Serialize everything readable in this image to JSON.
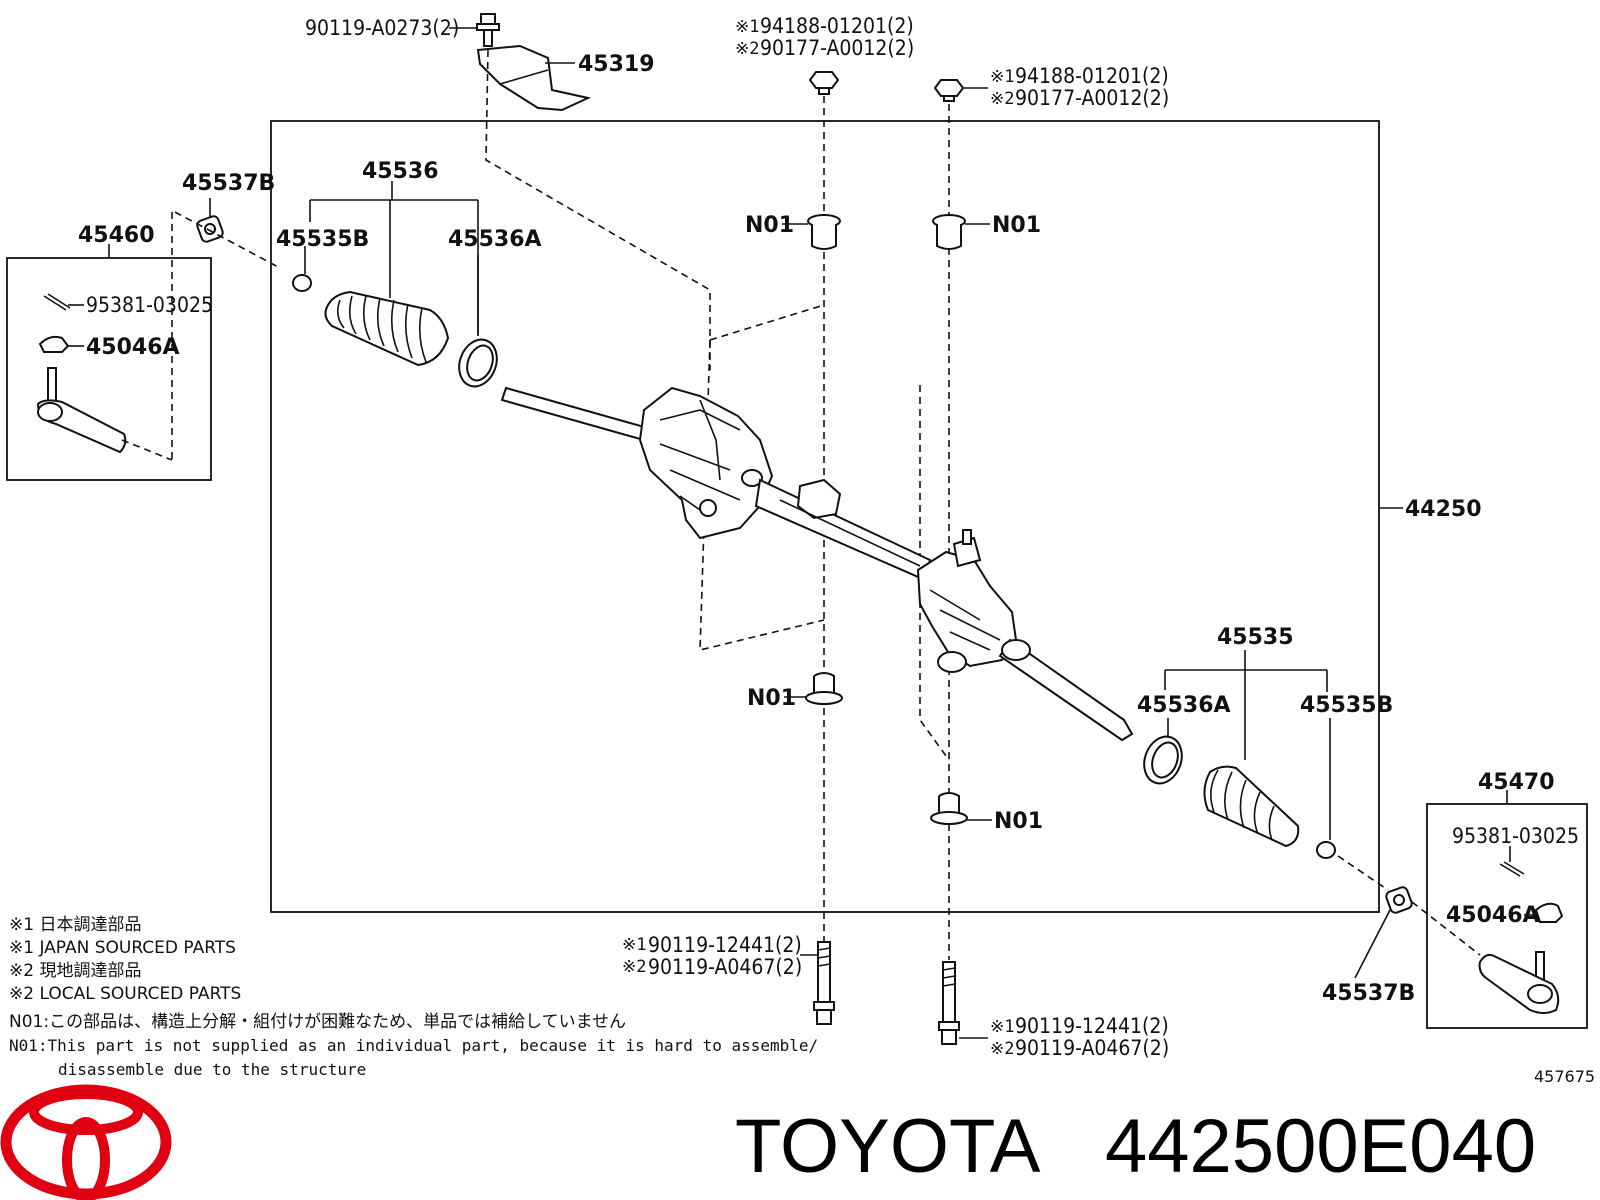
{
  "brand": {
    "name": "TOYOTA",
    "part_number": "442500E040",
    "logo_color": "#e00012"
  },
  "diagram": {
    "figure_id": "457675",
    "assembly_label": "44250",
    "labels": {
      "bolt_top": "90119-A0273(2)",
      "bracket": "45319",
      "nut_top_left_1": "94188-01201(2)",
      "nut_top_left_2": "90177-A0012(2)",
      "nut_top_right_1": "94188-01201(2)",
      "nut_top_right_2": "90177-A0012(2)",
      "dust_cover_left": "45537B",
      "tie_rod_end_left": "45460",
      "boot_left": "45536",
      "clamp_left_b": "45535B",
      "clamp_left_a": "45536A",
      "cotter_pin_left": "95381-03025",
      "nut_left": "45046A",
      "n01_top_left": "N01",
      "n01_top_right": "N01",
      "n01_bottom_left": "N01",
      "n01_bottom_right": "N01",
      "boot_right": "45535",
      "clamp_right_a": "45536A",
      "clamp_right_b": "45535B",
      "tie_rod_end_right": "45470",
      "cotter_pin_right": "95381-03025",
      "nut_right": "45046A",
      "dust_cover_right": "45537B",
      "bolt_bottom_left_1": "90119-12441(2)",
      "bolt_bottom_left_2": "90119-A0467(2)",
      "bolt_bottom_right_1": "90119-12441(2)",
      "bolt_bottom_right_2": "90119-A0467(2)"
    },
    "marks": {
      "m1": "※1",
      "m2": "※2"
    }
  },
  "notes": {
    "line1": "※1 日本調達部品",
    "line2": "※1 JAPAN SOURCED PARTS",
    "line3": "※2 現地調達部品",
    "line4": "※2 LOCAL SOURCED PARTS",
    "line5": "N01:この部品は、構造上分解・組付けが困難なため、単品では補給していません",
    "line6": "N01:This part is not supplied as an individual part, because it is hard to assemble/",
    "line7": "disassemble due to the structure"
  }
}
